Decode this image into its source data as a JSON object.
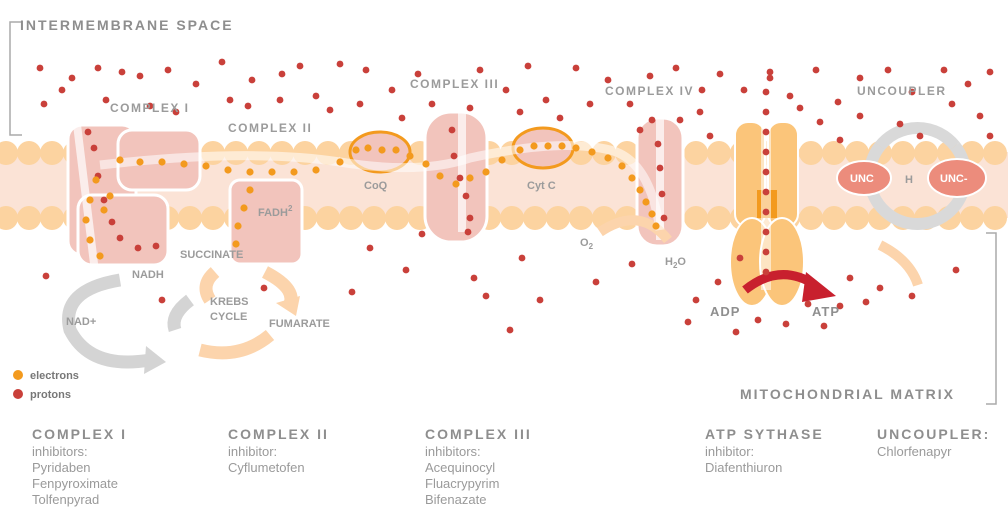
{
  "regions": {
    "intermembrane": "INTERMEMBRANE SPACE",
    "matrix": "MITOCHONDRIAL MATRIX"
  },
  "diagram": {
    "complex1": "COMPLEX I",
    "complex2": "COMPLEX II",
    "complex3": "COMPLEX III",
    "complex4": "COMPLEX IV",
    "uncoupler": "UNCOUPLER",
    "coq": "CoQ",
    "cytc": "Cyt C",
    "fadh_base": "FADH",
    "fadh_sup": "2",
    "succinate": "SUCCINATE",
    "nadh": "NADH",
    "nad": "NAD+",
    "krebs1": "KREBS",
    "krebs2": "CYCLE",
    "fumarate": "FUMARATE",
    "o2_base": "O",
    "o2_sub": "2",
    "h2o_h": "H",
    "h2o_sub": "2",
    "h2o_o": "O",
    "adp": "ADP",
    "atp": "ATP",
    "unc": "UNC",
    "unc_minus": "UNC-",
    "h_label": "H"
  },
  "legend": {
    "electrons": "electrons",
    "protons": "protons"
  },
  "colors": {
    "electron": "#f39a1e",
    "proton": "#c9403a",
    "membrane_bead": "#fcd3a0",
    "membrane_band": "#fbe3d6",
    "complex_fill": "#f2c4bc",
    "synthase": "#fbc57a",
    "atp_arrow": "#c8202e",
    "cycle_gray": "#d4d4d4",
    "cycle_peach": "#fcd4ac"
  },
  "panels": [
    {
      "title": "COMPLEX I",
      "lines": [
        "inhibitors:",
        "Pyridaben",
        "Fenpyroximate",
        "Tolfenpyrad"
      ]
    },
    {
      "title": "COMPLEX II",
      "lines": [
        "inhibitor:",
        "Cyflumetofen"
      ]
    },
    {
      "title": "COMPLEX III",
      "lines": [
        "inhibitors:",
        "Acequinocyl",
        "Fluacrypyrim",
        "Bifenazate"
      ]
    },
    {
      "title": "ATP SYTHASE",
      "lines": [
        "inhibitor:",
        "Diafenthiuron"
      ]
    },
    {
      "title": "UNCOUPLER:",
      "lines": [
        "Chlorfenapyr"
      ]
    }
  ]
}
